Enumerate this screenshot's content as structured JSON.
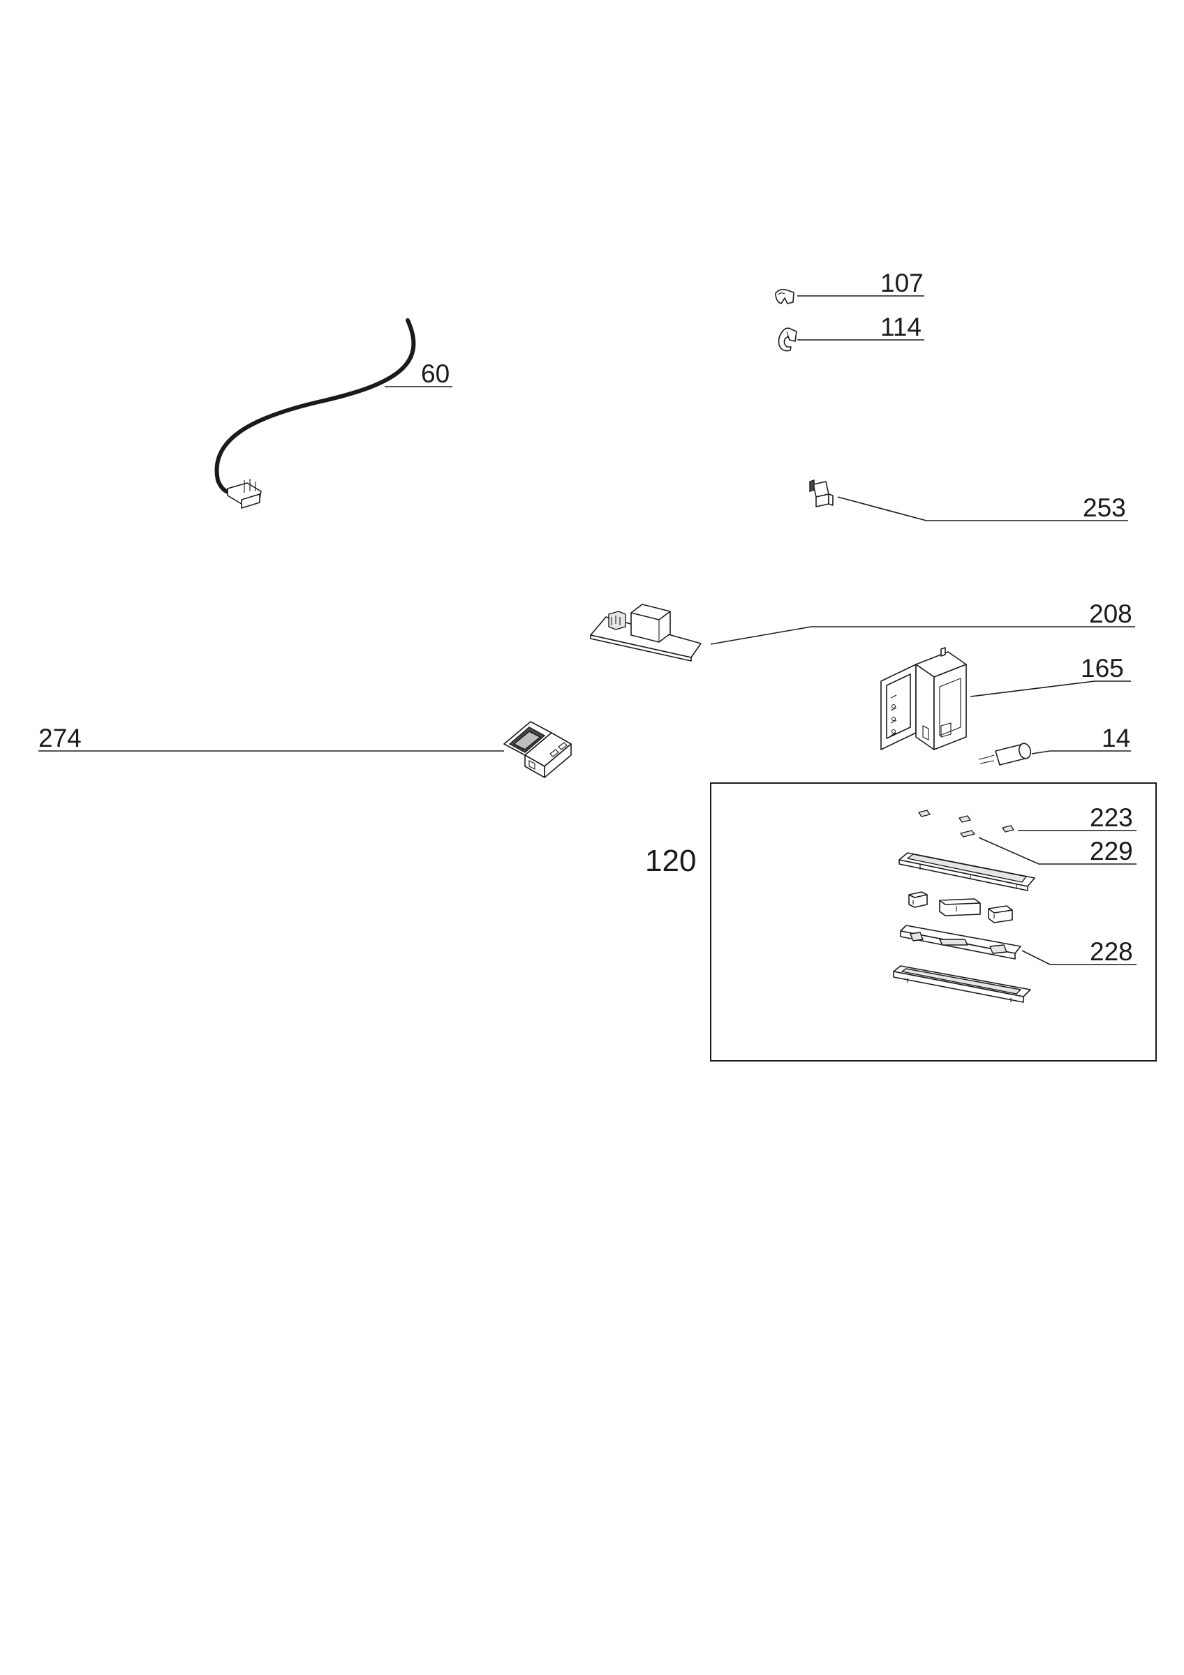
{
  "diagram": {
    "parts": [
      {
        "id": "107",
        "label": "107"
      },
      {
        "id": "114",
        "label": "114"
      },
      {
        "id": "60",
        "label": "60"
      },
      {
        "id": "253",
        "label": "253"
      },
      {
        "id": "208",
        "label": "208"
      },
      {
        "id": "165",
        "label": "165"
      },
      {
        "id": "274",
        "label": "274"
      },
      {
        "id": "14",
        "label": "14"
      },
      {
        "id": "223",
        "label": "223"
      },
      {
        "id": "229",
        "label": "229"
      },
      {
        "id": "228",
        "label": "228"
      }
    ],
    "group": {
      "id": "120",
      "label": "120"
    }
  }
}
